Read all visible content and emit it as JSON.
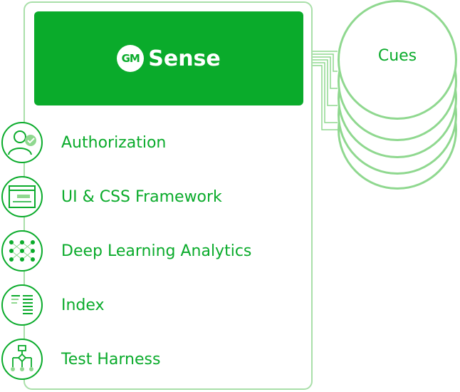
{
  "brand": {
    "logo_text": "GM",
    "name": "Sense"
  },
  "features": [
    {
      "label": "Authorization",
      "icon": "user-check-icon"
    },
    {
      "label": "UI & CSS Framework",
      "icon": "browser-window-icon"
    },
    {
      "label": "Deep Learning Analytics",
      "icon": "neural-network-icon"
    },
    {
      "label": "Index",
      "icon": "document-list-icon"
    },
    {
      "label": "Test Harness",
      "icon": "flowchart-icon"
    }
  ],
  "cues": {
    "label": "Cues"
  },
  "colors": {
    "primary": "#0aab2b",
    "border": "#a9dfa9",
    "cue_border": "#8fd88f"
  }
}
